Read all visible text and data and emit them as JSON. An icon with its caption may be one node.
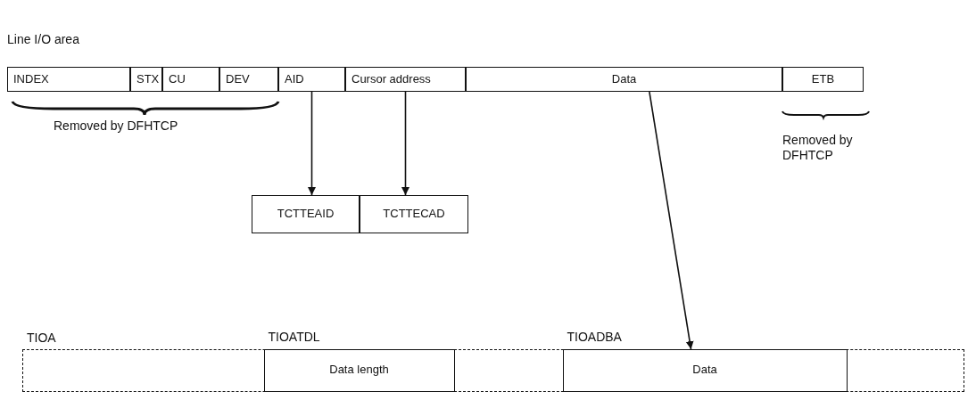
{
  "diagram": {
    "nodes": [
      {
        "text": [
          "INDEX"
        ]
      },
      {
        "text": [
          "STX"
        ]
      },
      {
        "text": [
          "CU"
        ]
      },
      {
        "text": [
          "DEV"
        ]
      },
      {
        "text": [
          "AID"
        ]
      },
      {
        "text": [
          "Cursor address"
        ]
      },
      {
        "text": [
          "Data"
        ]
      },
      {
        "text": [
          "ETB"
        ]
      },
      {
        "text": [
          "TCTTEAID"
        ]
      },
      {
        "text": [
          "TCTTECAD"
        ]
      },
      {
        "text": [
          "TIOA"
        ]
      },
      {
        "text": [
          "TIOATDL",
          "Data length"
        ],
        "in": 10
      },
      {
        "text": [
          "TIOADBA",
          "Data"
        ],
        "in": 10
      }
    ],
    "edges": [
      {
        "from": 4,
        "to": 8,
        "arrow": "to"
      },
      {
        "from": 5,
        "to": 9,
        "arrow": "to"
      },
      {
        "from": 6,
        "to": 12,
        "arrow": "to"
      }
    ],
    "labels": [
      "Line I/O area",
      "Removed by DFHTCP",
      "Removed by DFHTCP"
    ]
  }
}
